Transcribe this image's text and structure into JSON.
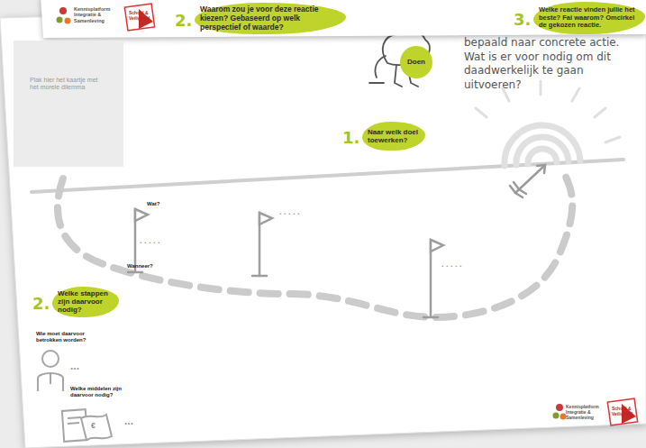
{
  "diagram": {
    "nodes": [
      {
        "text": [
          "2.",
          "Waarom zou je voor deze reactie kiezen? Gebaseerd op welk perspectief of waarde?"
        ]
      },
      {
        "text": [
          "3.",
          "Welke reactie vinden jullie het beste? Fai waarom? Omcirkel de gekozen reactie."
        ]
      },
      {
        "text": [
          "Plak hier het kaartje met het morele dilemma"
        ]
      },
      {
        "text": [
          "Doen"
        ]
      },
      {
        "text": [
          "1.",
          "Naar welk doel toewerken?"
        ]
      },
      {
        "text": [
          "2.",
          "Welke stappen zijn daarvoor nodig?"
        ]
      }
    ],
    "labels": [
      "Kennisplatform Integratie & Samenleving",
      "School & Veiligheid",
      "bepaald naar concrete actie. Wat is er voor nodig om dit daadwerkelijk te gaan uitvoeren?",
      "Wat?",
      ". . . . .",
      "Wanneer?",
      ". . . . .",
      ". . . . .",
      "Wie moet daarvoor betrokken worden?",
      "...",
      "Welke middelen zijn daarvoor nodig?",
      "€",
      "...",
      "Kennisplatform Integratie & Samenleving",
      "School & Veiligheid"
    ]
  }
}
